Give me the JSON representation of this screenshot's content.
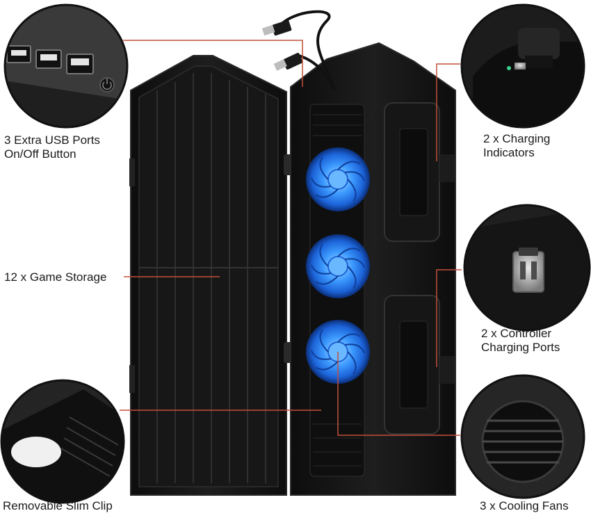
{
  "callouts": {
    "usb_ports_line1": "3 Extra USB Ports",
    "usb_ports_line2": "On/Off Button",
    "charging_indicators_line1": "2 x Charging",
    "charging_indicators_line2": "Indicators",
    "game_storage": "12 x Game Storage",
    "controller_ports_line1": "2 x Controller",
    "controller_ports_line2": "Charging Ports",
    "slim_clip": "Removable Slim Clip",
    "cooling_fans": "3 x Cooling Fans"
  },
  "colors": {
    "callout_line": "#c0503a",
    "fan_glow": "#2a8cff",
    "device_body": "#141414"
  },
  "icons": [
    "usb-port-icon",
    "power-button-icon",
    "fan-icon",
    "micro-usb-port-icon",
    "charging-led-icon"
  ]
}
